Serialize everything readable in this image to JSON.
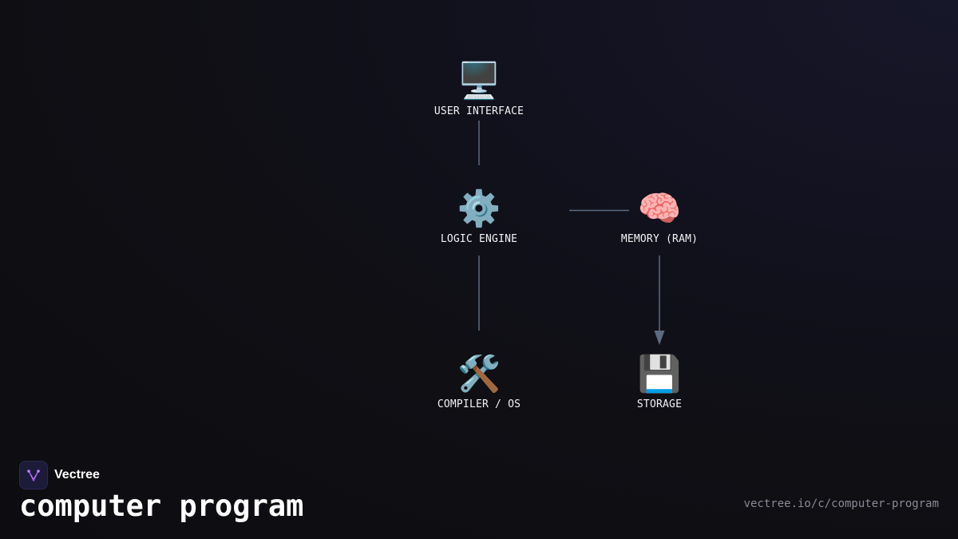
{
  "brand": {
    "name": "Vectree",
    "accent_color": "#a855f7"
  },
  "title": "computer program",
  "url": "vectree.io/c/computer-program",
  "diagram": {
    "edge_color": "#5c6b80",
    "nodes": [
      {
        "id": "user-interface",
        "icon": "🖥️",
        "icon_name": "desktop-computer-icon",
        "label": "USER INTERFACE"
      },
      {
        "id": "logic-engine",
        "icon": "⚙️",
        "icon_name": "gear-icon",
        "label": "LOGIC ENGINE"
      },
      {
        "id": "memory",
        "icon": "🧠",
        "icon_name": "brain-icon",
        "label": "MEMORY (RAM)"
      },
      {
        "id": "compiler-os",
        "icon": "🛠️",
        "icon_name": "hammer-and-wrench-icon",
        "label": "COMPILER / OS"
      },
      {
        "id": "storage",
        "icon": "💾",
        "icon_name": "floppy-disk-icon",
        "label": "STORAGE"
      }
    ],
    "edges": [
      {
        "from": "user-interface",
        "to": "logic-engine",
        "arrow": false
      },
      {
        "from": "logic-engine",
        "to": "memory",
        "arrow": false
      },
      {
        "from": "logic-engine",
        "to": "compiler-os",
        "arrow": false
      },
      {
        "from": "memory",
        "to": "storage",
        "arrow": true
      }
    ]
  }
}
